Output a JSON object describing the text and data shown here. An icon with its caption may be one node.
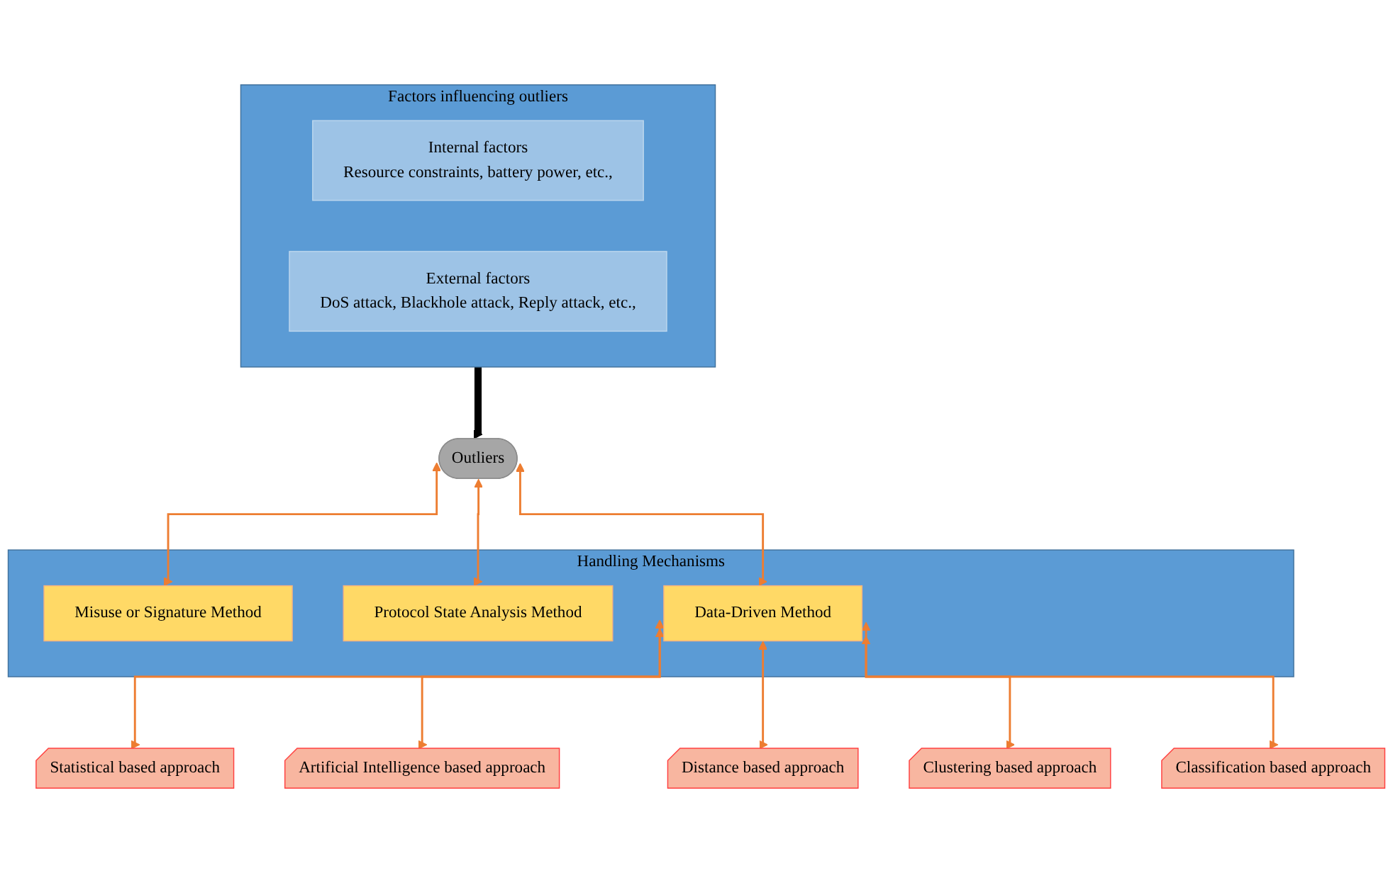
{
  "diagram": {
    "nodes": [
      {
        "text": [
          "Factors influencing outliers"
        ]
      },
      {
        "text": [
          "Internal factors",
          "Resource constraints, battery power, etc.,"
        ],
        "in": 0
      },
      {
        "text": [
          "External factors",
          "DoS attack, Blackhole attack, Reply attack, etc.,"
        ],
        "in": 0
      },
      {
        "text": [
          "Outliers"
        ]
      },
      {
        "text": [
          "Handling Mechanisms"
        ]
      },
      {
        "text": [
          "Misuse or Signature Method"
        ],
        "in": 4
      },
      {
        "text": [
          "Protocol State Analysis Method"
        ],
        "in": 4
      },
      {
        "text": [
          "Data-Driven Method"
        ],
        "in": 4
      },
      {
        "text": [
          "Statistical based approach"
        ]
      },
      {
        "text": [
          "Artificial Intelligence based approach"
        ]
      },
      {
        "text": [
          "Distance based approach"
        ]
      },
      {
        "text": [
          "Clustering based approach"
        ]
      },
      {
        "text": [
          "Classification based approach"
        ]
      }
    ],
    "edges": [
      {
        "from": 0,
        "to": 3,
        "arrow": "to",
        "style": "thick",
        "color": "#000000"
      },
      {
        "from": 5,
        "to": 3,
        "arrow": "both"
      },
      {
        "from": 6,
        "to": 3,
        "arrow": "both"
      },
      {
        "from": 7,
        "to": 3,
        "arrow": "both"
      },
      {
        "from": 7,
        "to": 8,
        "arrow": "both"
      },
      {
        "from": 7,
        "to": 9,
        "arrow": "both"
      },
      {
        "from": 7,
        "to": 10,
        "arrow": "both"
      },
      {
        "from": 7,
        "to": 11,
        "arrow": "both"
      },
      {
        "from": 7,
        "to": 12,
        "arrow": "both"
      }
    ]
  }
}
